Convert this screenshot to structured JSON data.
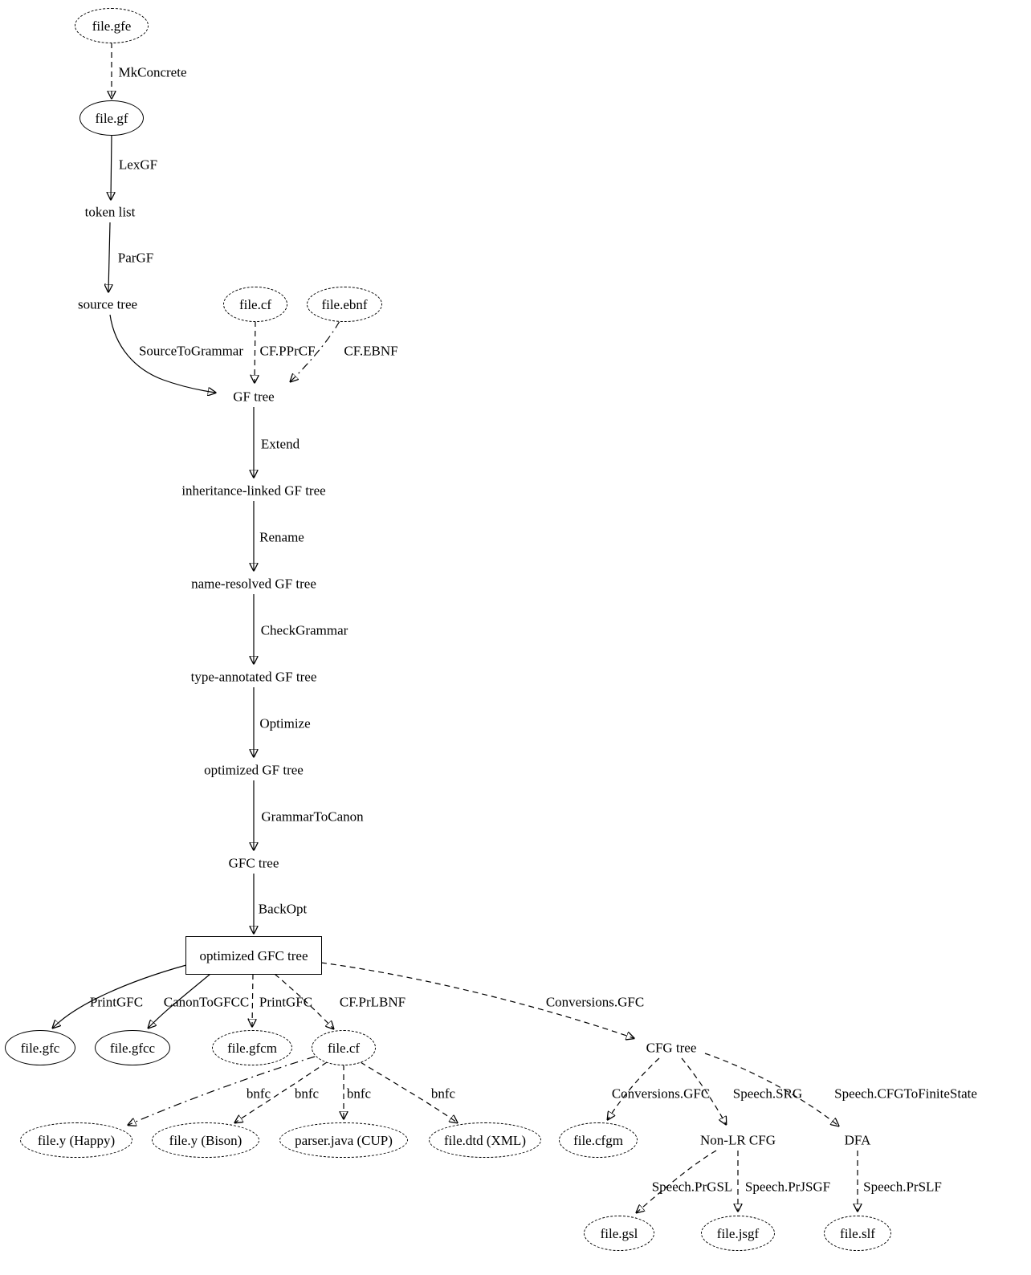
{
  "colors": {
    "background": "#ffffff",
    "line": "#000000",
    "text": "#000000"
  },
  "nodes": {
    "file_gfe": {
      "label": "file.gfe",
      "shape": "ellipse-dashed"
    },
    "file_gf": {
      "label": "file.gf",
      "shape": "ellipse"
    },
    "token_list": {
      "label": "token list",
      "shape": "plain"
    },
    "source_tree": {
      "label": "source tree",
      "shape": "plain"
    },
    "file_cf_in": {
      "label": "file.cf",
      "shape": "ellipse-dashed"
    },
    "file_ebnf": {
      "label": "file.ebnf",
      "shape": "ellipse-dashed"
    },
    "gf_tree": {
      "label": "GF tree",
      "shape": "plain"
    },
    "inheritance_linked_gf_tree": {
      "label": "inheritance-linked GF tree",
      "shape": "plain"
    },
    "name_resolved_gf_tree": {
      "label": "name-resolved GF tree",
      "shape": "plain"
    },
    "type_annotated_gf_tree": {
      "label": "type-annotated GF tree",
      "shape": "plain"
    },
    "optimized_gf_tree": {
      "label": "optimized GF tree",
      "shape": "plain"
    },
    "gfc_tree": {
      "label": "GFC tree",
      "shape": "plain"
    },
    "optimized_gfc_tree": {
      "label": "optimized GFC tree",
      "shape": "box"
    },
    "file_gfc": {
      "label": "file.gfc",
      "shape": "ellipse"
    },
    "file_gfcc": {
      "label": "file.gfcc",
      "shape": "ellipse"
    },
    "file_gfcm": {
      "label": "file.gfcm",
      "shape": "ellipse-dashed"
    },
    "file_cf_out": {
      "label": "file.cf",
      "shape": "ellipse-dashed"
    },
    "cfg_tree": {
      "label": "CFG tree",
      "shape": "plain"
    },
    "file_y_happy": {
      "label": "file.y (Happy)",
      "shape": "ellipse-dashed"
    },
    "file_y_bison": {
      "label": "file.y (Bison)",
      "shape": "ellipse-dashed"
    },
    "parser_java_cup": {
      "label": "parser.java (CUP)",
      "shape": "ellipse-dashed"
    },
    "file_dtd_xml": {
      "label": "file.dtd (XML)",
      "shape": "ellipse-dashed"
    },
    "file_cfgm": {
      "label": "file.cfgm",
      "shape": "ellipse-dashed"
    },
    "non_lr_cfg": {
      "label": "Non-LR CFG",
      "shape": "plain"
    },
    "dfa": {
      "label": "DFA",
      "shape": "plain"
    },
    "file_gsl": {
      "label": "file.gsl",
      "shape": "ellipse-dashed"
    },
    "file_jsgf": {
      "label": "file.jsgf",
      "shape": "ellipse-dashed"
    },
    "file_slf": {
      "label": "file.slf",
      "shape": "ellipse-dashed"
    }
  },
  "edges": [
    {
      "from": "file.gfe",
      "to": "file.gf",
      "label": "MkConcrete",
      "style": "dashed"
    },
    {
      "from": "file.gf",
      "to": "token list",
      "label": "LexGF",
      "style": "solid"
    },
    {
      "from": "token list",
      "to": "source tree",
      "label": "ParGF",
      "style": "solid"
    },
    {
      "from": "source tree",
      "to": "GF tree",
      "label": "SourceToGrammar",
      "style": "solid"
    },
    {
      "from": "file.cf",
      "to": "GF tree",
      "label": "CF.PPrCF",
      "style": "dashed"
    },
    {
      "from": "file.ebnf",
      "to": "GF tree",
      "label": "CF.EBNF",
      "style": "dashdot"
    },
    {
      "from": "GF tree",
      "to": "inheritance-linked GF tree",
      "label": "Extend",
      "style": "solid"
    },
    {
      "from": "inheritance-linked GF tree",
      "to": "name-resolved GF tree",
      "label": "Rename",
      "style": "solid"
    },
    {
      "from": "name-resolved GF tree",
      "to": "type-annotated GF tree",
      "label": "CheckGrammar",
      "style": "solid"
    },
    {
      "from": "type-annotated GF tree",
      "to": "optimized GF tree",
      "label": "Optimize",
      "style": "solid"
    },
    {
      "from": "optimized GF tree",
      "to": "GFC tree",
      "label": "GrammarToCanon",
      "style": "solid"
    },
    {
      "from": "GFC tree",
      "to": "optimized GFC tree",
      "label": "BackOpt",
      "style": "solid"
    },
    {
      "from": "optimized GFC tree",
      "to": "file.gfc",
      "label": "PrintGFC",
      "style": "solid"
    },
    {
      "from": "optimized GFC tree",
      "to": "file.gfcc",
      "label": "CanonToGFCC",
      "style": "solid"
    },
    {
      "from": "optimized GFC tree",
      "to": "file.gfcm",
      "label": "PrintGFC",
      "style": "dashed"
    },
    {
      "from": "optimized GFC tree",
      "to": "file.cf",
      "label": "CF.PrLBNF",
      "style": "dashed"
    },
    {
      "from": "optimized GFC tree",
      "to": "CFG tree",
      "label": "Conversions.GFC",
      "style": "dashed"
    },
    {
      "from": "file.cf",
      "to": "file.y (Happy)",
      "label": "bnfc",
      "style": "dashdot"
    },
    {
      "from": "file.cf",
      "to": "file.y (Bison)",
      "label": "bnfc",
      "style": "dashed"
    },
    {
      "from": "file.cf",
      "to": "parser.java (CUP)",
      "label": "bnfc",
      "style": "dashed"
    },
    {
      "from": "file.cf",
      "to": "file.dtd (XML)",
      "label": "bnfc",
      "style": "dashed"
    },
    {
      "from": "CFG tree",
      "to": "file.cfgm",
      "label": "Conversions.GFC",
      "style": "dashed"
    },
    {
      "from": "CFG tree",
      "to": "Non-LR CFG",
      "label": "Speech.SRG",
      "style": "dashed"
    },
    {
      "from": "CFG tree",
      "to": "DFA",
      "label": "Speech.CFGToFiniteState",
      "style": "dashed"
    },
    {
      "from": "Non-LR CFG",
      "to": "file.gsl",
      "label": "Speech.PrGSL",
      "style": "dashed"
    },
    {
      "from": "Non-LR CFG",
      "to": "file.jsgf",
      "label": "Speech.PrJSGF",
      "style": "dashed"
    },
    {
      "from": "DFA",
      "to": "file.slf",
      "label": "Speech.PrSLF",
      "style": "dashed"
    }
  ]
}
